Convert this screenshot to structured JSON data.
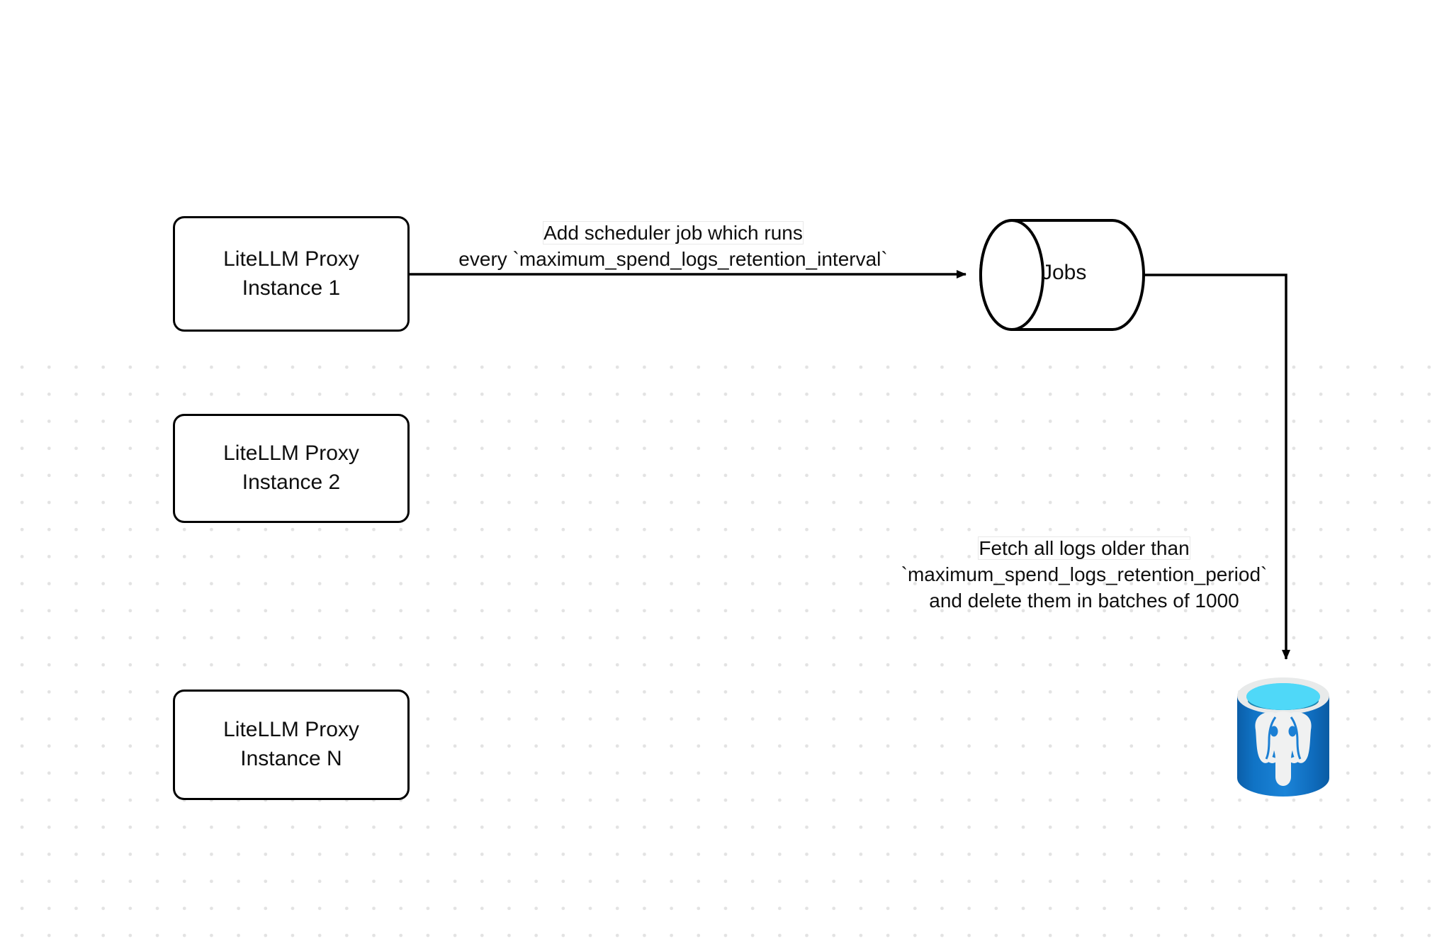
{
  "diagram": {
    "title": "LiteLLM spend logs retention scheduler flow",
    "background": {
      "color": "#ffffff",
      "dot_color": "#e3e3e3",
      "dot_spacing": 38
    },
    "nodes": [
      {
        "id": "proxy-1",
        "shape": "rounded-rect",
        "line1": "LiteLLM Proxy",
        "line2": "Instance 1"
      },
      {
        "id": "proxy-2",
        "shape": "rounded-rect",
        "line1": "LiteLLM Proxy",
        "line2": "Instance 2"
      },
      {
        "id": "proxy-3",
        "shape": "rounded-rect",
        "line1": "LiteLLM Proxy",
        "line2": "Instance N"
      },
      {
        "id": "jobs",
        "shape": "cylinder",
        "label": "Jobs"
      },
      {
        "id": "database",
        "shape": "postgres-database-cylinder",
        "label": ""
      }
    ],
    "edges": [
      {
        "id": "edge-scheduler",
        "from": "proxy-1",
        "to": "jobs",
        "arrow": true,
        "label_line1": "Add scheduler job which runs",
        "label_line2": "every `maximum_spend_logs_retention_interval`"
      },
      {
        "id": "edge-fetch",
        "from": "jobs",
        "to": "database",
        "arrow": true,
        "label_line1": "Fetch all logs older than",
        "label_line2": "`maximum_spend_logs_retention_period`",
        "label_line3": "and delete them in batches of 1000"
      }
    ],
    "colors": {
      "stroke": "#000000",
      "text": "#0f0f0f",
      "node_fill": "#ffffff",
      "db_body_light": "#1b7fd4",
      "db_body_mid": "#0a6fc2",
      "db_body_dark": "#0b5ea8",
      "db_rim": "#e8eaea",
      "db_top_cyan": "#4fd8f8",
      "db_top_inner": "#1b84b0",
      "db_elephant": "#f0f1f1"
    }
  }
}
